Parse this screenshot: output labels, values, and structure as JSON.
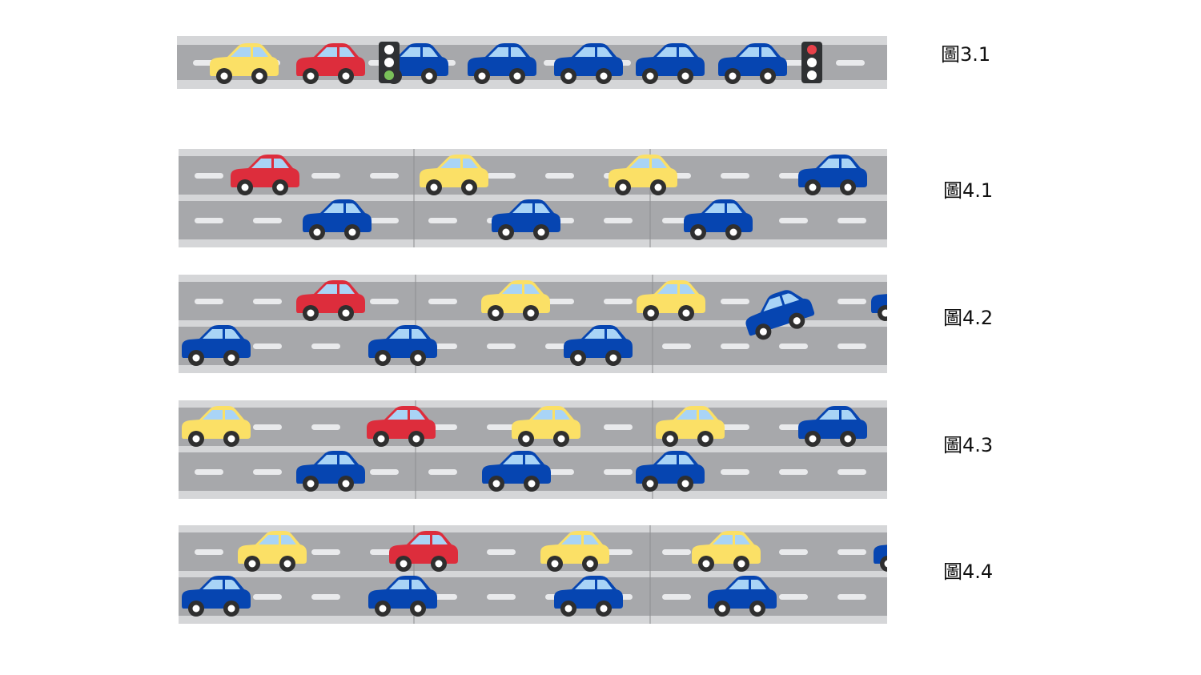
{
  "colors": {
    "yellow": "#fbe066",
    "red": "#dd2d3c",
    "blue": "#0645b1",
    "road": "#a7a8ab",
    "shoulder": "#d5d6d8",
    "stripe": "#e9eaec",
    "window": "#a9d4f6",
    "tire": "#2f2f2f",
    "light_on_red": "#e8414a",
    "light_on_green": "#7ac159",
    "light_off": "#ffffff",
    "light_box": "#2f3133"
  },
  "figures": [
    {
      "label": "圖3.1",
      "lanes": 1,
      "cars": [
        {
          "color": "yellow",
          "lane": 0
        },
        {
          "color": "red",
          "lane": 0
        },
        {
          "color": "blue",
          "lane": 0
        },
        {
          "color": "blue",
          "lane": 0
        },
        {
          "color": "blue",
          "lane": 0
        },
        {
          "color": "blue",
          "lane": 0
        },
        {
          "color": "blue",
          "lane": 0
        }
      ],
      "traffic_lights": [
        {
          "state": "green"
        },
        {
          "state": "red"
        }
      ]
    },
    {
      "label": "圖4.1",
      "lanes": 2,
      "cars": [
        {
          "color": "red",
          "lane": 0
        },
        {
          "color": "yellow",
          "lane": 0
        },
        {
          "color": "yellow",
          "lane": 0
        },
        {
          "color": "blue",
          "lane": 0
        },
        {
          "color": "blue",
          "lane": 1
        },
        {
          "color": "blue",
          "lane": 1
        },
        {
          "color": "blue",
          "lane": 1
        }
      ]
    },
    {
      "label": "圖4.2",
      "lanes": 2,
      "cars": [
        {
          "color": "red",
          "lane": 0
        },
        {
          "color": "yellow",
          "lane": 0
        },
        {
          "color": "yellow",
          "lane": 0
        },
        {
          "color": "blue",
          "lane": 0,
          "note": "cut off at edge"
        },
        {
          "color": "blue",
          "lane": 1
        },
        {
          "color": "blue",
          "lane": 1
        },
        {
          "color": "blue",
          "lane": 1
        },
        {
          "color": "blue",
          "lane": "changing",
          "tilt": -18
        }
      ]
    },
    {
      "label": "圖4.3",
      "lanes": 2,
      "cars": [
        {
          "color": "yellow",
          "lane": 0
        },
        {
          "color": "red",
          "lane": 0
        },
        {
          "color": "yellow",
          "lane": 0
        },
        {
          "color": "yellow",
          "lane": 0
        },
        {
          "color": "blue",
          "lane": 0
        },
        {
          "color": "blue",
          "lane": 1
        },
        {
          "color": "blue",
          "lane": 1
        },
        {
          "color": "blue",
          "lane": 1
        }
      ]
    },
    {
      "label": "圖4.4",
      "lanes": 2,
      "cars": [
        {
          "color": "yellow",
          "lane": 0
        },
        {
          "color": "red",
          "lane": 0
        },
        {
          "color": "yellow",
          "lane": 0
        },
        {
          "color": "yellow",
          "lane": 0
        },
        {
          "color": "blue",
          "lane": 0
        },
        {
          "color": "blue",
          "lane": 1
        },
        {
          "color": "blue",
          "lane": 1
        },
        {
          "color": "blue",
          "lane": 1
        },
        {
          "color": "blue",
          "lane": 1
        }
      ]
    }
  ]
}
